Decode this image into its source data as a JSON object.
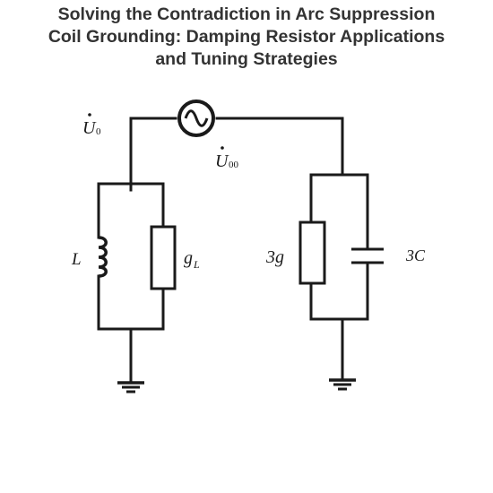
{
  "title": {
    "line1": "Solving the Contradiction in Arc Suppression",
    "line2": "Coil Grounding: Damping Resistor Applications",
    "line3": "and Tuning Strategies"
  },
  "circuit": {
    "source_left_label": "U",
    "source_left_sub": "0",
    "source_mid_label": "U",
    "source_mid_sub": "00",
    "inductor_label": "L",
    "conductance_label_main": "g",
    "conductance_label_sub": "L",
    "resistor3g_label": "3g",
    "capacitor_label": "3C"
  }
}
